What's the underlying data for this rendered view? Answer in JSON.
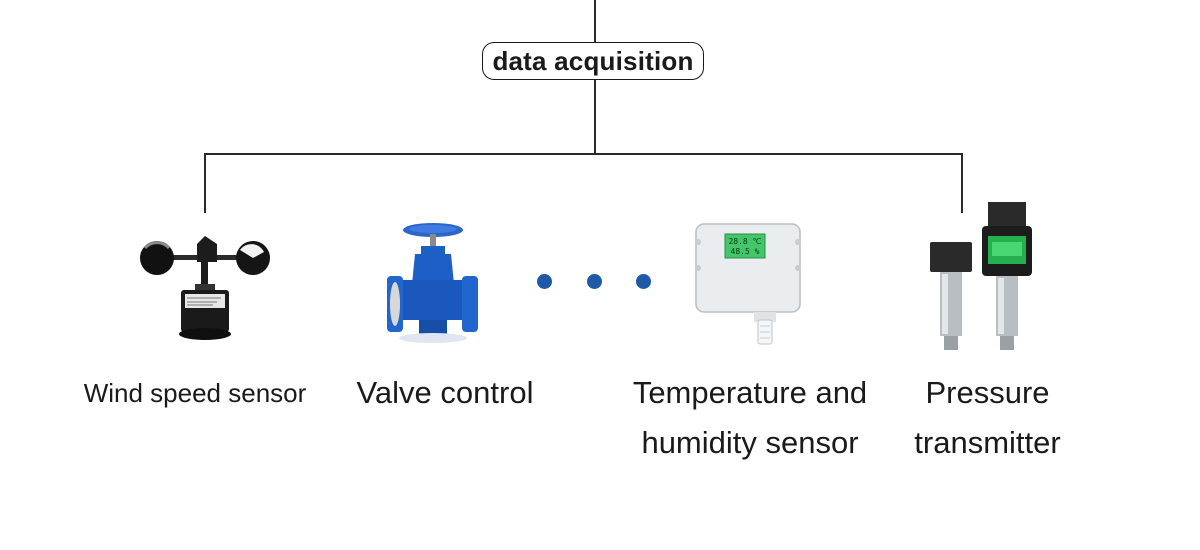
{
  "root": {
    "label": "data acquisition"
  },
  "devices": [
    {
      "label": "Wind speed sensor",
      "icon": "anemometer-icon"
    },
    {
      "label": "Valve control",
      "icon": "gate-valve-icon"
    },
    {
      "label_lines": [
        "Temperature and",
        "humidity sensor"
      ],
      "icon": "temperature-humidity-sensor-icon",
      "display": [
        "28.8 ℃",
        "48.5 %"
      ]
    },
    {
      "label_lines": [
        "Pressure",
        "transmitter"
      ],
      "icon": "pressure-transmitter-icon"
    }
  ],
  "ellipsis": {
    "count": 3,
    "color": "#1f5aa6"
  },
  "colors": {
    "line": "#2a2a2a",
    "valve_blue": "#1b5fc7",
    "lcd_green": "#43c56a"
  }
}
